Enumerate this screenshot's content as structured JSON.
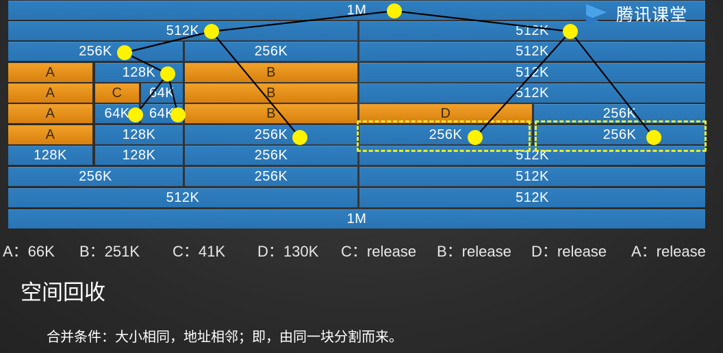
{
  "logo": {
    "text": "腾讯课堂",
    "icon": "play-triangle-icon"
  },
  "rows": [
    {
      "blocks": [
        {
          "label": "1M",
          "color": "blue"
        }
      ]
    },
    {
      "blocks": [
        {
          "label": "512K",
          "color": "blue"
        },
        {
          "label": "512K",
          "color": "blue"
        }
      ]
    },
    {
      "blocks": [
        {
          "label": "256K",
          "color": "blue"
        },
        {
          "label": "256K",
          "color": "blue"
        },
        {
          "label": "512K",
          "color": "blue"
        }
      ]
    },
    {
      "blocks": [
        {
          "label": "A",
          "color": "orange"
        },
        {
          "label": "128K",
          "color": "blue"
        },
        {
          "label": "B",
          "color": "orange"
        },
        {
          "label": "512K",
          "color": "blue"
        }
      ]
    },
    {
      "blocks": [
        {
          "label": "A",
          "color": "orange"
        },
        {
          "label": "C",
          "color": "orange"
        },
        {
          "label": "64K",
          "color": "blue"
        },
        {
          "label": "B",
          "color": "orange"
        },
        {
          "label": "512K",
          "color": "blue"
        }
      ]
    },
    {
      "blocks": [
        {
          "label": "A",
          "color": "orange"
        },
        {
          "label": "64K",
          "color": "blue"
        },
        {
          "label": "64K",
          "color": "blue"
        },
        {
          "label": "B",
          "color": "orange"
        },
        {
          "label": "D",
          "color": "orange"
        },
        {
          "label": "256K",
          "color": "blue"
        }
      ]
    },
    {
      "blocks": [
        {
          "label": "A",
          "color": "orange"
        },
        {
          "label": "128K",
          "color": "blue"
        },
        {
          "label": "256K",
          "color": "blue"
        },
        {
          "label": "256K",
          "color": "blue"
        },
        {
          "label": "256K",
          "color": "blue"
        }
      ]
    },
    {
      "blocks": [
        {
          "label": "128K",
          "color": "blue"
        },
        {
          "label": "128K",
          "color": "blue"
        },
        {
          "label": "256K",
          "color": "blue"
        },
        {
          "label": "512K",
          "color": "blue"
        }
      ]
    },
    {
      "blocks": [
        {
          "label": "256K",
          "color": "blue"
        },
        {
          "label": "256K",
          "color": "blue"
        },
        {
          "label": "512K",
          "color": "blue"
        }
      ]
    },
    {
      "blocks": [
        {
          "label": "512K",
          "color": "blue"
        },
        {
          "label": "512K",
          "color": "blue"
        }
      ]
    },
    {
      "blocks": [
        {
          "label": "1M",
          "color": "blue"
        }
      ]
    }
  ],
  "legend": [
    "A：66K",
    "B：251K",
    "C：41K",
    "D：130K",
    "C：release",
    "B：release",
    "D：release",
    "A：release"
  ],
  "section_title": "空间回收",
  "merge_condition": "合并条件：大小相同，地址相邻；即，由同一块分割而来。",
  "colors": {
    "block_blue": "#2a74b3",
    "block_orange": "#e8901a",
    "node_yellow": "#fff200",
    "highlight_yellow": "#ecec2a"
  }
}
